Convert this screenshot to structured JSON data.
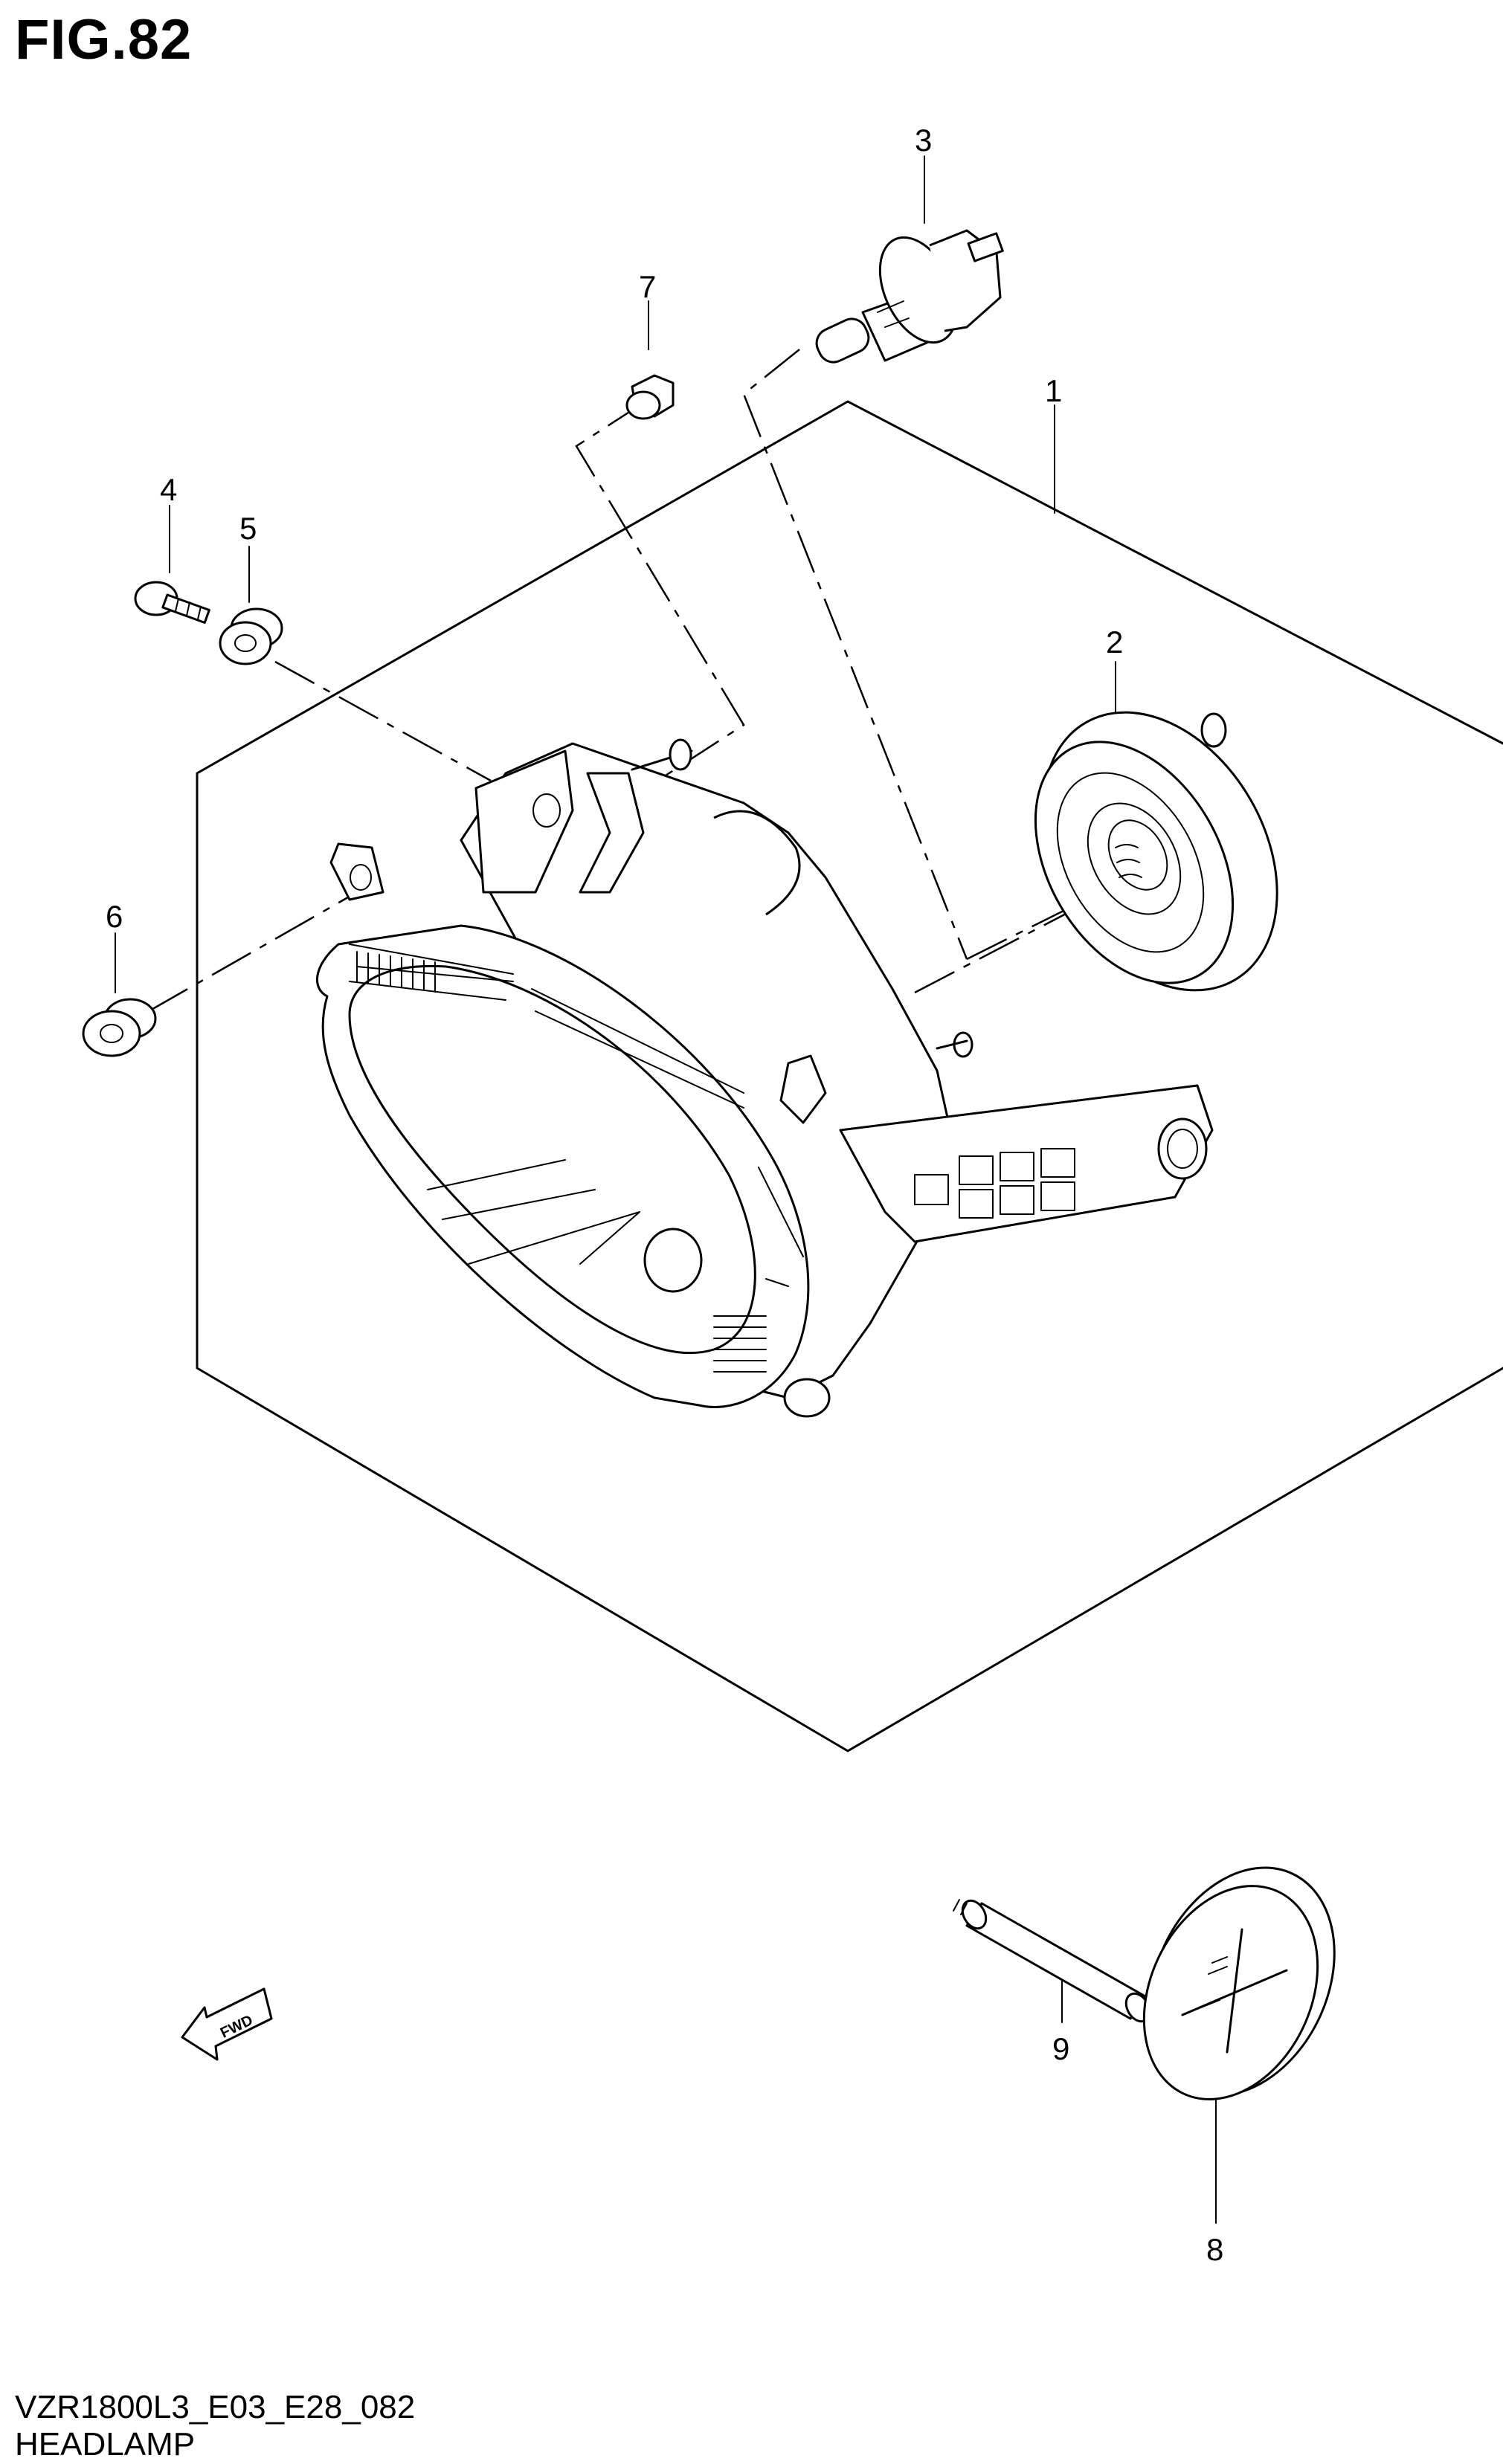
{
  "figure": {
    "title": "FIG.82",
    "model_code": "VZR1800L3_E03_E28_082",
    "group_name": "HEADLAMP"
  },
  "direction_arrow": {
    "label": "FWD",
    "icon": "forward-arrow-icon"
  },
  "callouts": [
    {
      "number": "1",
      "part": "headlamp-assembly"
    },
    {
      "number": "2",
      "part": "socket-cover"
    },
    {
      "number": "3",
      "part": "bulb"
    },
    {
      "number": "4",
      "part": "screw"
    },
    {
      "number": "5",
      "part": "grommet"
    },
    {
      "number": "6",
      "part": "grommet"
    },
    {
      "number": "7",
      "part": "nut"
    },
    {
      "number": "8",
      "part": "cap"
    },
    {
      "number": "9",
      "part": "spacer"
    }
  ]
}
